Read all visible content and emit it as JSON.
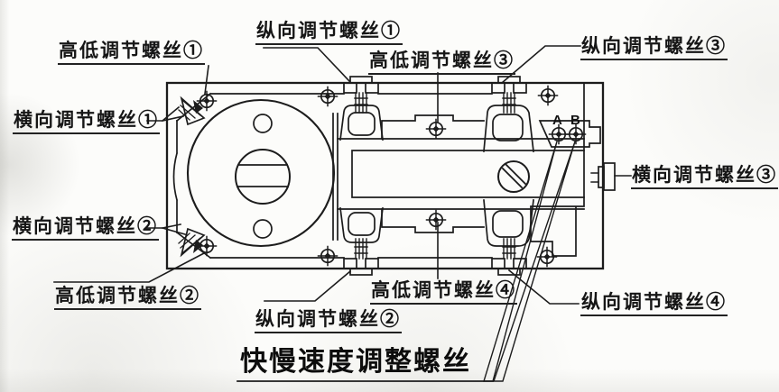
{
  "figure": {
    "background": "#fcfcfa",
    "line_color": "#1c1c1c",
    "labels": {
      "height_screw_1": "高低调节螺丝①",
      "longitudinal_screw_1": "纵向调节螺丝①",
      "height_screw_3": "高低调节螺丝③",
      "longitudinal_screw_3": "纵向调节螺丝③",
      "lateral_screw_1": "横向调节螺丝①",
      "lateral_screw_2": "横向调节螺丝②",
      "height_screw_2": "高低调节螺丝②",
      "longitudinal_screw_2": "纵向调节螺丝②",
      "height_screw_4": "高低调节螺丝④",
      "longitudinal_screw_4": "纵向调节螺丝④",
      "lateral_screw_3": "横向调节螺丝③",
      "point_a": "A",
      "point_b": "B",
      "speed_screw": "快慢速度调整螺丝"
    }
  }
}
